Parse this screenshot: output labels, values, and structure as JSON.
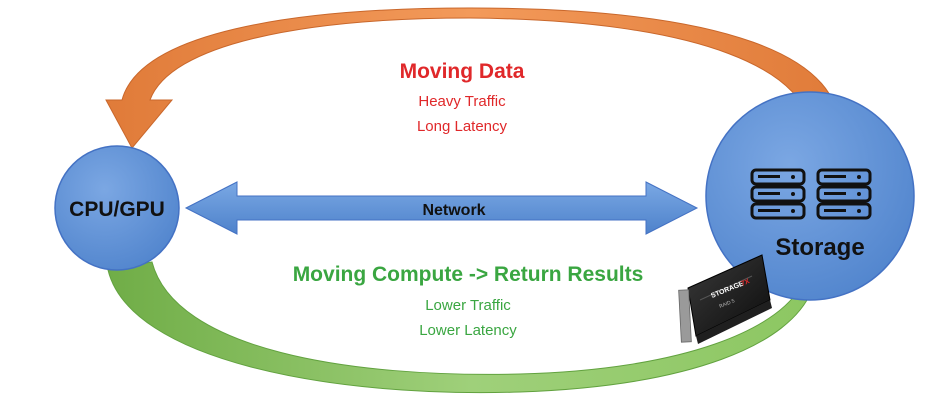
{
  "nodes": {
    "compute": {
      "label": "CPU/GPU"
    },
    "storage": {
      "label": "Storage"
    }
  },
  "network": {
    "label": "Network"
  },
  "top_flow": {
    "title": "Moving Data",
    "line1": "Heavy Traffic",
    "line2": "Long Latency"
  },
  "bottom_flow": {
    "title": "Moving Compute -> Return Results",
    "line1": "Lower Traffic",
    "line2": "Lower Latency"
  },
  "device": {
    "brand_text": "STORAGE",
    "brand_mark": "7X",
    "sub_text": "RAID 5"
  },
  "colors": {
    "node_fill": "#5b8fd6",
    "node_edge": "#4472c4",
    "network_arrow": "#5f94d9",
    "top_arrow": "#e07b39",
    "bottom_arrow": "#70ad47",
    "top_text": "#e0282a",
    "bottom_text": "#3aa641",
    "label_text": "#111111"
  }
}
